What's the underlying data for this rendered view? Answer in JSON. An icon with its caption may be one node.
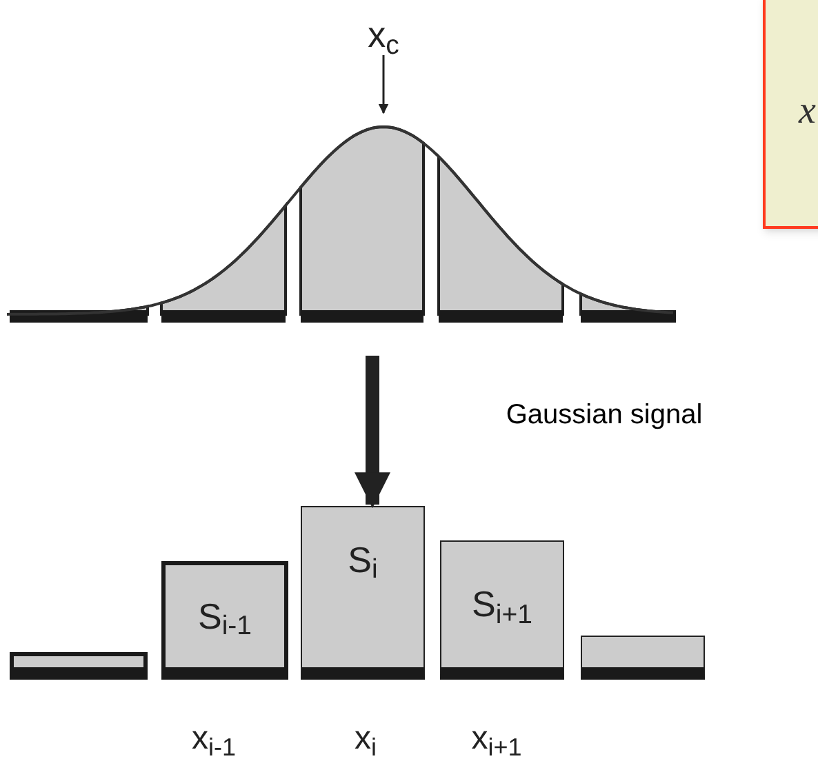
{
  "diagram": {
    "nodes": [
      {
        "text": [
          "x$_{c}$"
        ]
      },
      {
        "text": [],
        "shape": "picture"
      },
      {
        "text": [],
        "shape": "bar"
      },
      {
        "text": [
          "S$_{i-1}$"
        ]
      },
      {
        "text": [
          "S$_{i}$"
        ]
      },
      {
        "text": [
          "S$_{i+1}$"
        ]
      },
      {
        "text": [],
        "shape": "bar"
      },
      {
        "text": [
          "x"
        ]
      }
    ],
    "edges": [
      {
        "from": 0,
        "to": 1,
        "arrow": "to"
      },
      {
        "from": 1,
        "to": 4,
        "arrow": "to",
        "style": "thick"
      }
    ],
    "labels": [
      "Gaussian signal",
      "x$_{i-1}$",
      "x$_{i}$",
      "x$_{i+1}$"
    ]
  }
}
